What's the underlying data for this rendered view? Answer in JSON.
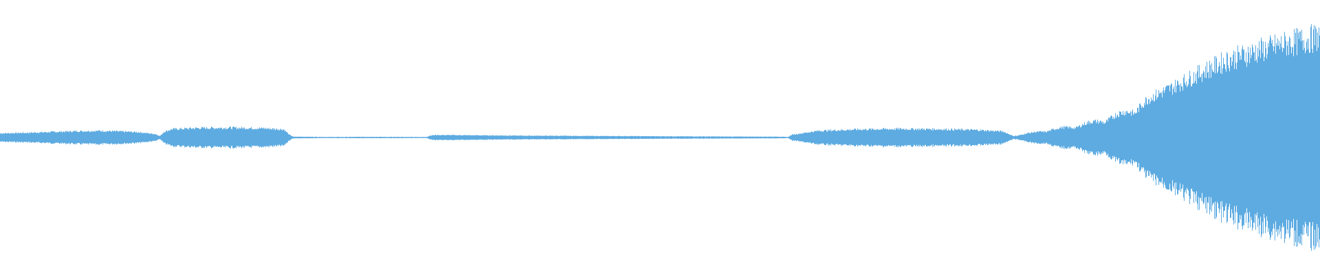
{
  "waveform": {
    "color": "#5dabe1",
    "background": "#ffffff",
    "envelope": [
      [
        0.0,
        0.03
      ],
      [
        0.02,
        0.034
      ],
      [
        0.04,
        0.04
      ],
      [
        0.06,
        0.046
      ],
      [
        0.075,
        0.048
      ],
      [
        0.09,
        0.044
      ],
      [
        0.105,
        0.038
      ],
      [
        0.118,
        0.024
      ],
      [
        0.121,
        0.01
      ],
      [
        0.124,
        0.04
      ],
      [
        0.13,
        0.06
      ],
      [
        0.15,
        0.068
      ],
      [
        0.175,
        0.07
      ],
      [
        0.2,
        0.066
      ],
      [
        0.215,
        0.058
      ],
      [
        0.219,
        0.02
      ],
      [
        0.222,
        0.006
      ],
      [
        0.25,
        0.004
      ],
      [
        0.28,
        0.005
      ],
      [
        0.31,
        0.004
      ],
      [
        0.323,
        0.004
      ],
      [
        0.326,
        0.015
      ],
      [
        0.33,
        0.018
      ],
      [
        0.36,
        0.016
      ],
      [
        0.4,
        0.013
      ],
      [
        0.45,
        0.011
      ],
      [
        0.5,
        0.009
      ],
      [
        0.55,
        0.007
      ],
      [
        0.59,
        0.006
      ],
      [
        0.597,
        0.004
      ],
      [
        0.6,
        0.02
      ],
      [
        0.62,
        0.048
      ],
      [
        0.65,
        0.058
      ],
      [
        0.68,
        0.062
      ],
      [
        0.71,
        0.06
      ],
      [
        0.74,
        0.054
      ],
      [
        0.76,
        0.044
      ],
      [
        0.768,
        0.01
      ],
      [
        0.775,
        0.025
      ],
      [
        0.79,
        0.05
      ],
      [
        0.81,
        0.08
      ],
      [
        0.83,
        0.12
      ],
      [
        0.85,
        0.18
      ],
      [
        0.87,
        0.28
      ],
      [
        0.89,
        0.37
      ],
      [
        0.91,
        0.47
      ],
      [
        0.93,
        0.56
      ],
      [
        0.95,
        0.62
      ],
      [
        0.97,
        0.67
      ],
      [
        0.99,
        0.71
      ],
      [
        1.0,
        0.73
      ]
    ]
  }
}
